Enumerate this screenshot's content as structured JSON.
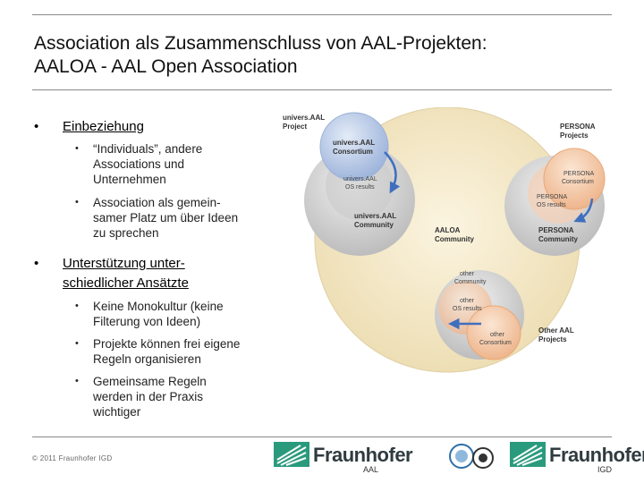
{
  "slide": {
    "title_line1": "Association als Zusammenschluss von AAL-Projekten:",
    "title_line2": "AALOA - AAL Open Association",
    "bullets": [
      {
        "label": "Einbeziehung",
        "items": [
          {
            "line1": "“Individuals”, andere",
            "line2": "Associations und",
            "line3": "Unternehmen"
          },
          {
            "line1": "Association als gemein-",
            "line2": "samer Platz um über Ideen",
            "line3": "zu sprechen"
          }
        ]
      },
      {
        "label_line1": "Unterstützung unter-",
        "label_line2": "schiedlicher Ansätzte",
        "items": [
          {
            "line1": "Keine Monokultur (keine",
            "line2": "Filterung von Ideen)"
          },
          {
            "line1": "Projekte können frei eigene",
            "line2": "Regeln organisieren"
          },
          {
            "line1": "Gemeinsame Regeln",
            "line2": "werden in der Praxis",
            "line3": "wichtiger"
          }
        ]
      }
    ]
  },
  "diagram": {
    "universaal_project": {
      "line1": "univers.AAL",
      "line2": "Project"
    },
    "universaal_consortium": {
      "line1": "univers.AAL",
      "line2": "Consortium"
    },
    "universaal_os": {
      "line1": "univers.AAL",
      "line2": "OS results"
    },
    "universaal_community": {
      "line1": "univers.AAL",
      "line2": "Community"
    },
    "persona_projects": {
      "line1": "PERSONA",
      "line2": "Projects"
    },
    "persona_consortium": {
      "line1": "PERSONA",
      "line2": "Consortium"
    },
    "persona_os": {
      "line1": "PERSONA",
      "line2": "OS results"
    },
    "persona_community": {
      "line1": "PERSONA",
      "line2": "Community"
    },
    "aaloa_community": {
      "line1": "AALOA",
      "line2": "Community"
    },
    "other_community": {
      "line1": "other",
      "line2": "Community"
    },
    "other_os": {
      "line1": "other",
      "line2": "OS results"
    },
    "other_consortium": {
      "line1": "other",
      "line2": "Consortium"
    },
    "other_projects": {
      "line1": "Other AAL",
      "line2": "Projects"
    }
  },
  "footer": {
    "copyright": "© 2011 Fraunhofer IGD",
    "logo1_name": "Fraunhofer",
    "logo1_sub": "AAL",
    "logo2_name": "Fraunhofer",
    "logo2_sub": "IGD"
  },
  "colors": {
    "outer_circle": "#f3e8c9",
    "blue_circle": "#b9c9e6",
    "orange_circle": "#f6d1b3",
    "grey_circle": "#dadada",
    "arrow_blue": "#3f6fbe",
    "fraunhofer_green": "#2a9a7d"
  }
}
